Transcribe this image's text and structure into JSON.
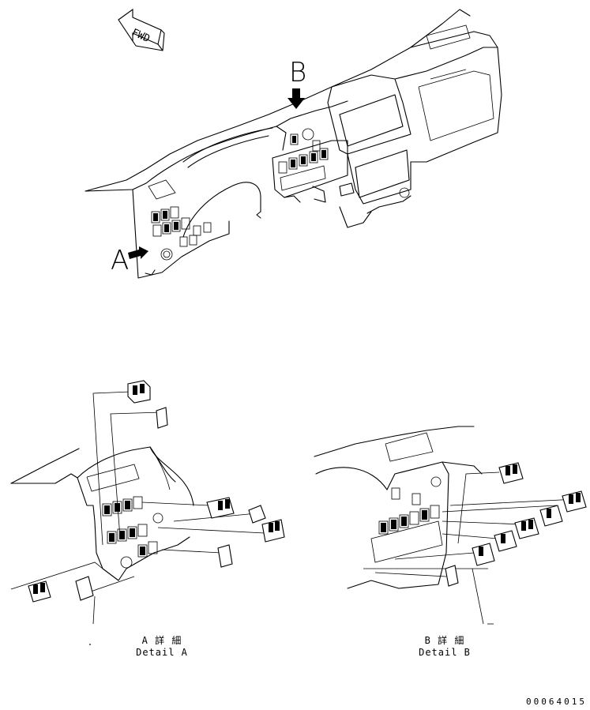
{
  "orientation": {
    "fwd_label": "FWD"
  },
  "view_markers": {
    "a_label": "A",
    "b_label": "B"
  },
  "details": [
    {
      "title_jp": "A 詳 細",
      "title_en": "Detail A"
    },
    {
      "title_jp": "B 詳 細",
      "title_en": "Detail B"
    }
  ],
  "drawing_code": "00064015"
}
